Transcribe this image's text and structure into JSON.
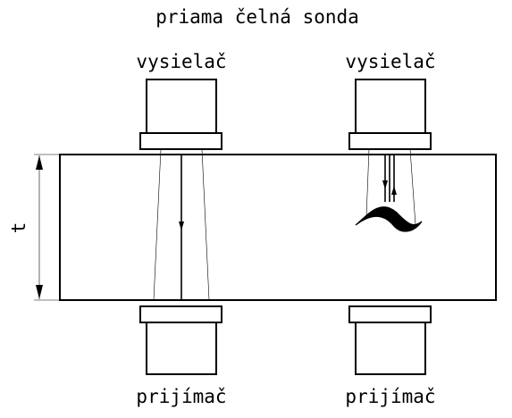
{
  "title": "priama čelná sonda",
  "left_probe": {
    "transmitter_label": "vysielač",
    "receiver_label": "prijímač"
  },
  "right_probe": {
    "transmitter_label": "vysielač",
    "receiver_label": "prijímač"
  },
  "thickness_label": "t",
  "colors": {
    "line": "#000000",
    "background": "#ffffff"
  }
}
